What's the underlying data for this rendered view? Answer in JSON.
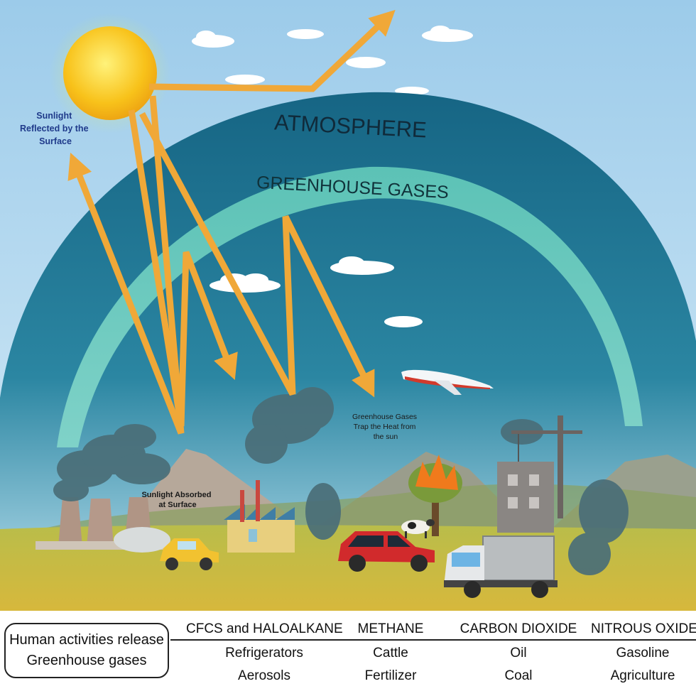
{
  "scene": {
    "atmosphere_label": "ATMOSPHERE",
    "greenhouse_label": "GREENHOUSE GASES",
    "reflected_label": [
      "Sunlight",
      "Reflected by the",
      "Surface"
    ],
    "absorbed_label": [
      "Sunlight Absorbed",
      "at Surface"
    ],
    "trap_label": [
      "Greenhouse Gases",
      "Trap the Heat from",
      "the sun"
    ]
  },
  "panel": {
    "human_box": [
      "Human activities release",
      "Greenhouse gases"
    ],
    "sources": [
      {
        "head": "CFCS and HALOALKANE",
        "items": [
          "Refrigerators",
          "Aerosols"
        ]
      },
      {
        "head": "METHANE",
        "items": [
          "Cattle",
          "Fertilizer"
        ]
      },
      {
        "head": "CARBON DIOXIDE",
        "items": [
          "Oil",
          "Coal"
        ]
      },
      {
        "head": "NITROUS OXIDE",
        "items": [
          "Gasoline",
          "Agriculture"
        ]
      }
    ]
  },
  "colors": {
    "sky": "#a9d3ee",
    "atmosphere": "#1f6f8f",
    "greenhouse_band": "#4fb8b0",
    "arrow": "#f0a838",
    "sun": "#f7c21a",
    "ground": "#c9b23a",
    "smoke": "#4a6e78"
  }
}
